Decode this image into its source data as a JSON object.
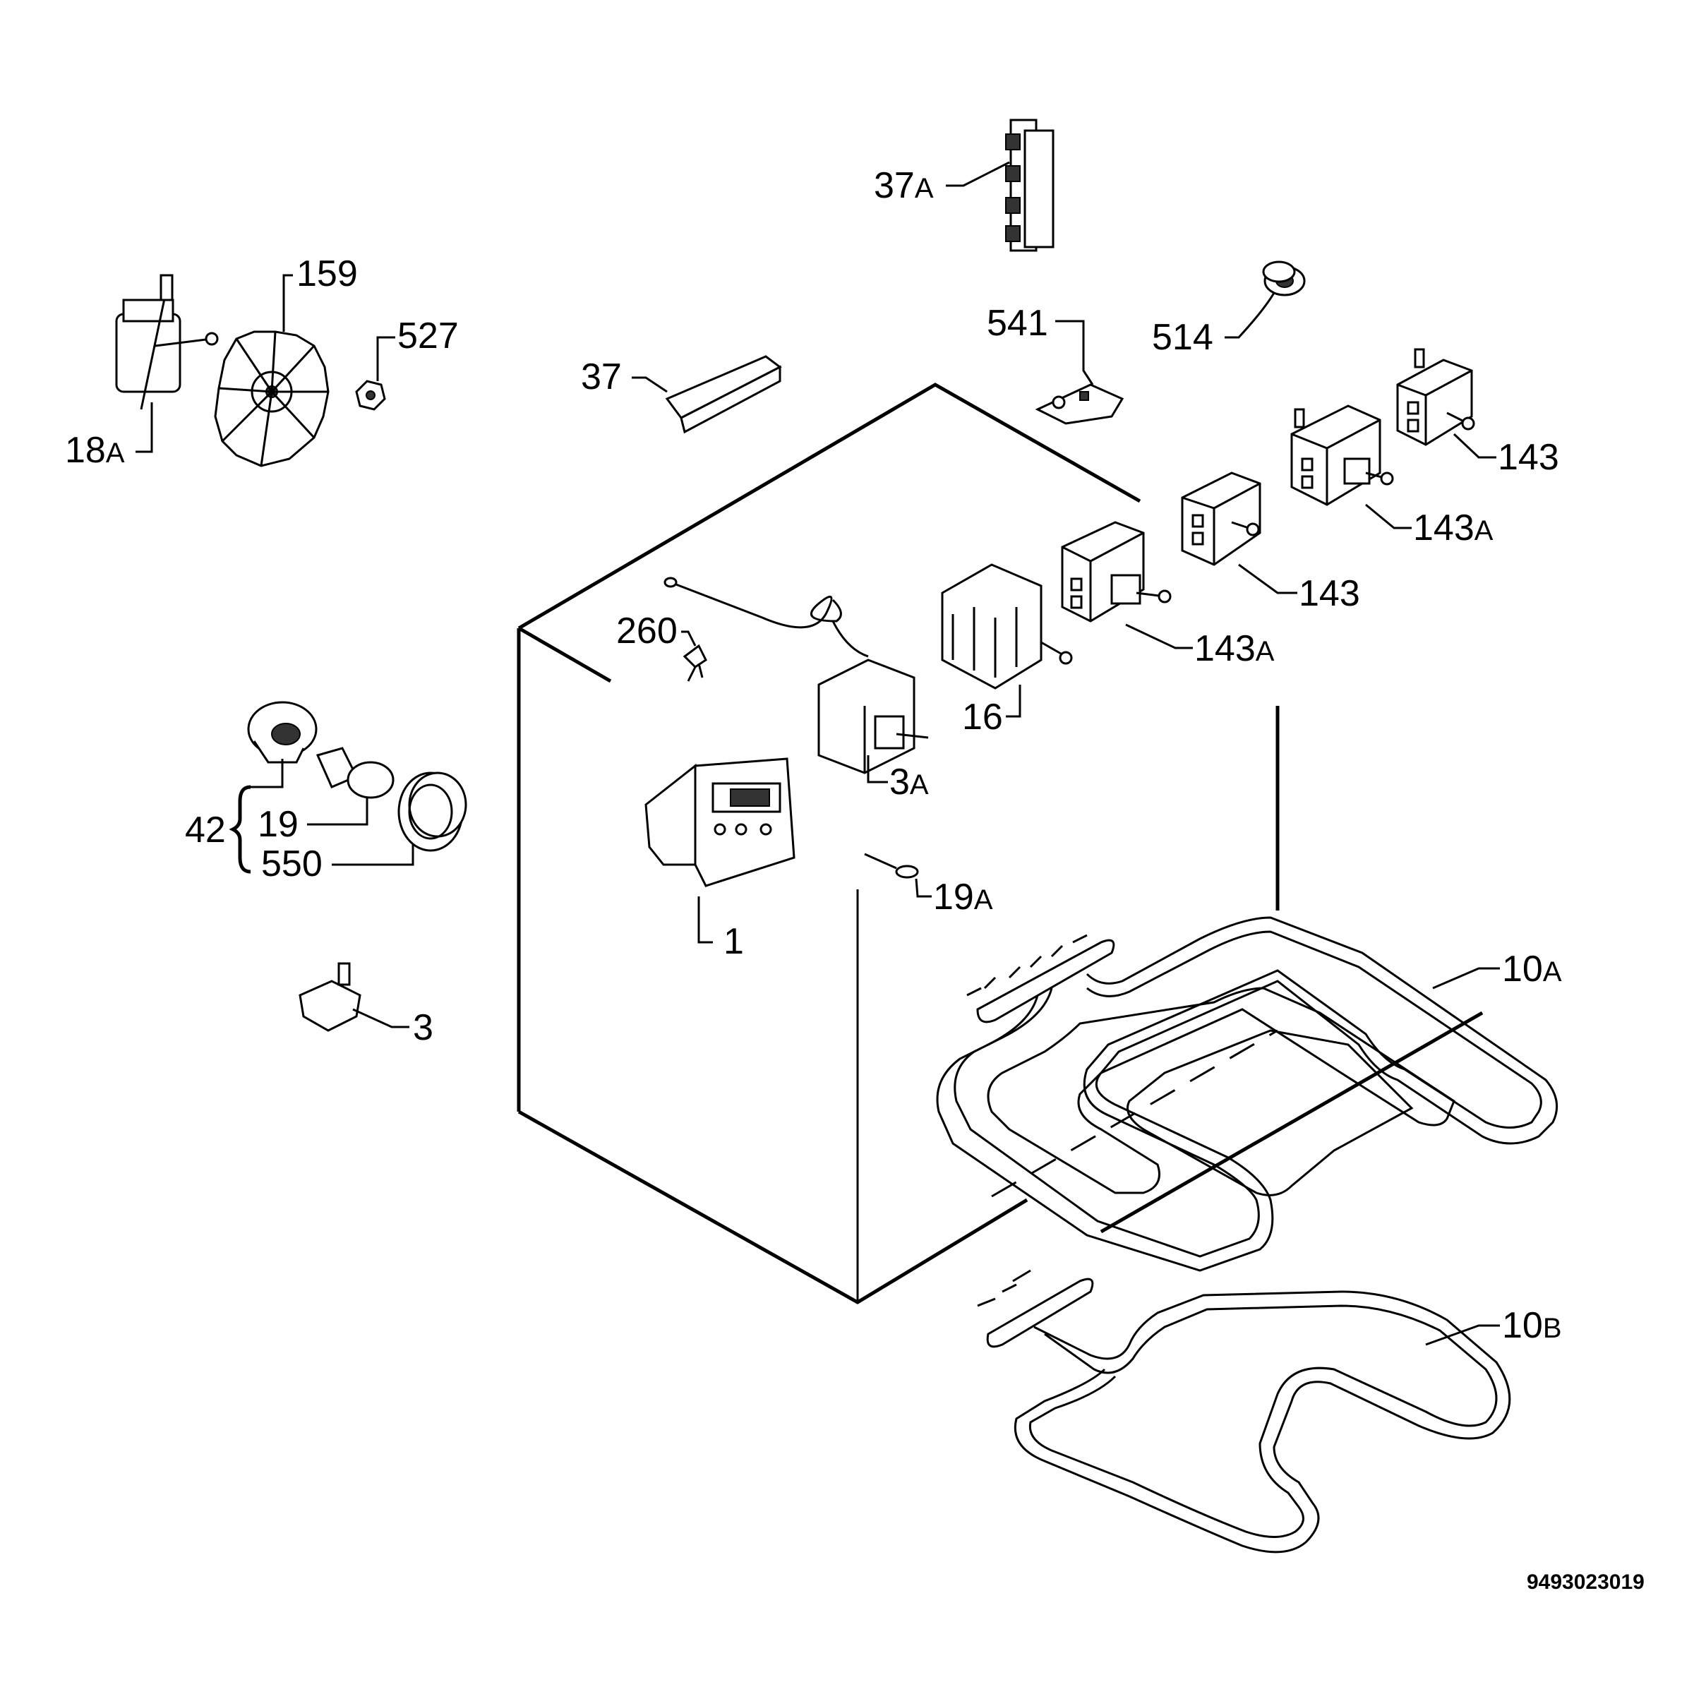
{
  "labels": {
    "p37a": {
      "num": "37",
      "suf": "A"
    },
    "p159": {
      "num": "159",
      "suf": ""
    },
    "p527": {
      "num": "527",
      "suf": ""
    },
    "p541": {
      "num": "541",
      "suf": ""
    },
    "p514": {
      "num": "514",
      "suf": ""
    },
    "p37": {
      "num": "37",
      "suf": ""
    },
    "p18a": {
      "num": "18",
      "suf": "A"
    },
    "p143_top": {
      "num": "143",
      "suf": ""
    },
    "p143a_top": {
      "num": "143",
      "suf": "A"
    },
    "p143_mid": {
      "num": "143",
      "suf": ""
    },
    "p143a_mid": {
      "num": "143",
      "suf": "A"
    },
    "p260": {
      "num": "260",
      "suf": ""
    },
    "p16": {
      "num": "16",
      "suf": ""
    },
    "p3a": {
      "num": "3",
      "suf": "A"
    },
    "p42": {
      "num": "42",
      "suf": ""
    },
    "p19": {
      "num": "19",
      "suf": ""
    },
    "p550": {
      "num": "550",
      "suf": ""
    },
    "p19a": {
      "num": "19",
      "suf": "A"
    },
    "p1": {
      "num": "1",
      "suf": ""
    },
    "p3": {
      "num": "3",
      "suf": ""
    },
    "p10a": {
      "num": "10",
      "suf": "A"
    },
    "p10b": {
      "num": "10",
      "suf": "B"
    }
  },
  "drawing_id": "9493023019"
}
